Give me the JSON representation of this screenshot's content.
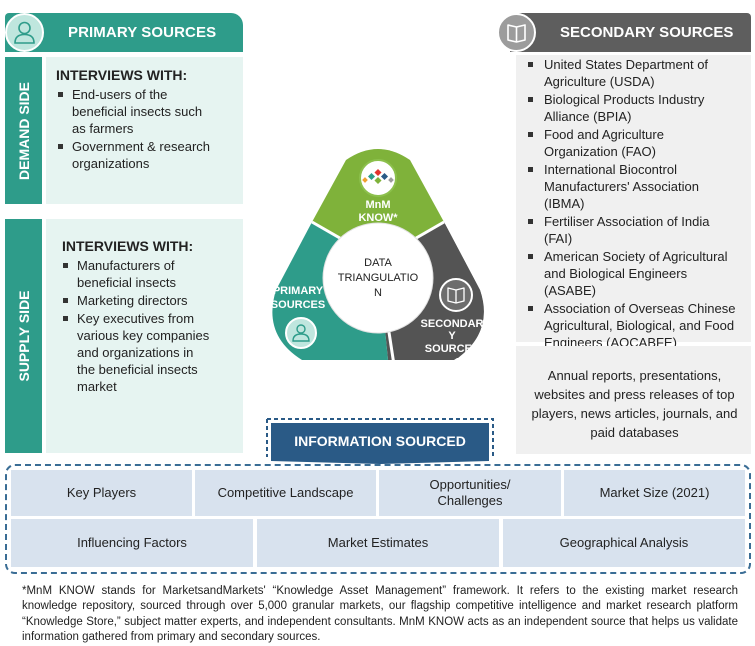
{
  "primary": {
    "header": "PRIMARY SOURCES",
    "demand": {
      "side_label": "DEMAND SIDE",
      "title": "INTERVIEWS WITH:",
      "items": [
        [
          "End-users of the",
          "beneficial insects such",
          "as farmers"
        ],
        [
          "Government & research",
          "organizations"
        ]
      ]
    },
    "supply": {
      "side_label": "SUPPLY SIDE",
      "title": "INTERVIEWS WITH:",
      "items": [
        [
          "Manufacturers of",
          "beneficial insects"
        ],
        [
          "Marketing directors"
        ],
        [
          "Key executives from",
          "various key companies",
          "and organizations in",
          "the beneficial insects",
          "market"
        ]
      ]
    }
  },
  "secondary": {
    "header": "SECONDARY SOURCES",
    "items": [
      [
        "United States Department of",
        "Agriculture (USDA)"
      ],
      [
        "Biological Products Industry",
        "Alliance (BPIA)"
      ],
      [
        "Food and Agriculture",
        "Organization (FAO)"
      ],
      [
        "International Biocontrol",
        "Manufacturers' Association",
        "(IBMA)"
      ],
      [
        "Fertiliser Association of India",
        "(FAI)"
      ],
      [
        "American Society of Agricultural",
        "and Biological Engineers",
        "(ASABE)"
      ],
      [
        "Association of Overseas Chinese",
        "Agricultural, Biological, and Food",
        "Engineers (AOCABFE)"
      ]
    ],
    "other": "Annual reports, presentations, websites and press releases of top players, news articles, journals, and paid databases"
  },
  "triangulation": {
    "mnm": [
      "MnM",
      "KNOW*"
    ],
    "center": [
      "DATA",
      "TRIANGULATIO",
      "N"
    ],
    "primary": [
      "PRIMARY",
      "SOURCES"
    ],
    "secondary": [
      "SECONDAR",
      "Y",
      "SOURCES"
    ]
  },
  "info": {
    "banner": "INFORMATION SOURCED",
    "row1": [
      "Key Players",
      "Competitive Landscape",
      "Opportunities/ Challenges",
      "Market Size (2021)"
    ],
    "row2": [
      "Influencing Factors",
      "Market Estimates",
      "Geographical Analysis"
    ]
  },
  "footnote": "*MnM KNOW stands for MarketsandMarkets' “Knowledge Asset Management” framework. It refers to the existing market research knowledge repository, sourced through over 5,000 granular markets, our flagship competitive intelligence and market research platform “Knowledge Store,” subject matter experts, and independent consultants. MnM KNOW acts as an independent source that helps us validate information gathered from primary and secondary sources.",
  "colors": {
    "teal": "#2e9c8a",
    "green": "#7fb23a",
    "dark_gray": "#545454",
    "navy": "#2a5a86",
    "info_box": "#d8e2ee"
  },
  "icons": {
    "primary": "person-icon",
    "secondary": "book-icon",
    "mnm": "diamond-cluster-icon"
  }
}
